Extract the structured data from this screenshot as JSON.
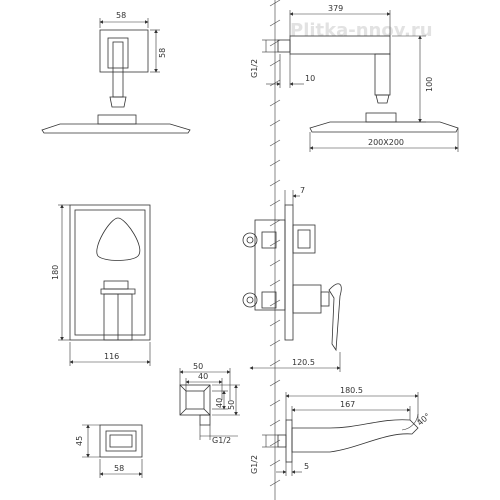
{
  "watermark": "Plitka-nnov.ru",
  "dims": {
    "head_w": "58",
    "head_h": "58",
    "arm_len": "379",
    "g12_top": "G1/2",
    "ten": "10",
    "hundred": "100",
    "rain_size": "200X200",
    "seven": "7",
    "h180": "180",
    "w116": "116",
    "depth": "120.5",
    "d50a": "50",
    "d40a": "40",
    "d40b": "40",
    "d50b": "50",
    "g12_box": "G1/2",
    "h45": "45",
    "w58b": "58",
    "spout_total": "180.5",
    "spout_len": "167",
    "angle": "40°",
    "g12_spout": "G1/2",
    "five": "5"
  },
  "colors": {
    "line": "#333333",
    "wall_hatch": "#555555",
    "watermark": "#e2e2e2"
  }
}
